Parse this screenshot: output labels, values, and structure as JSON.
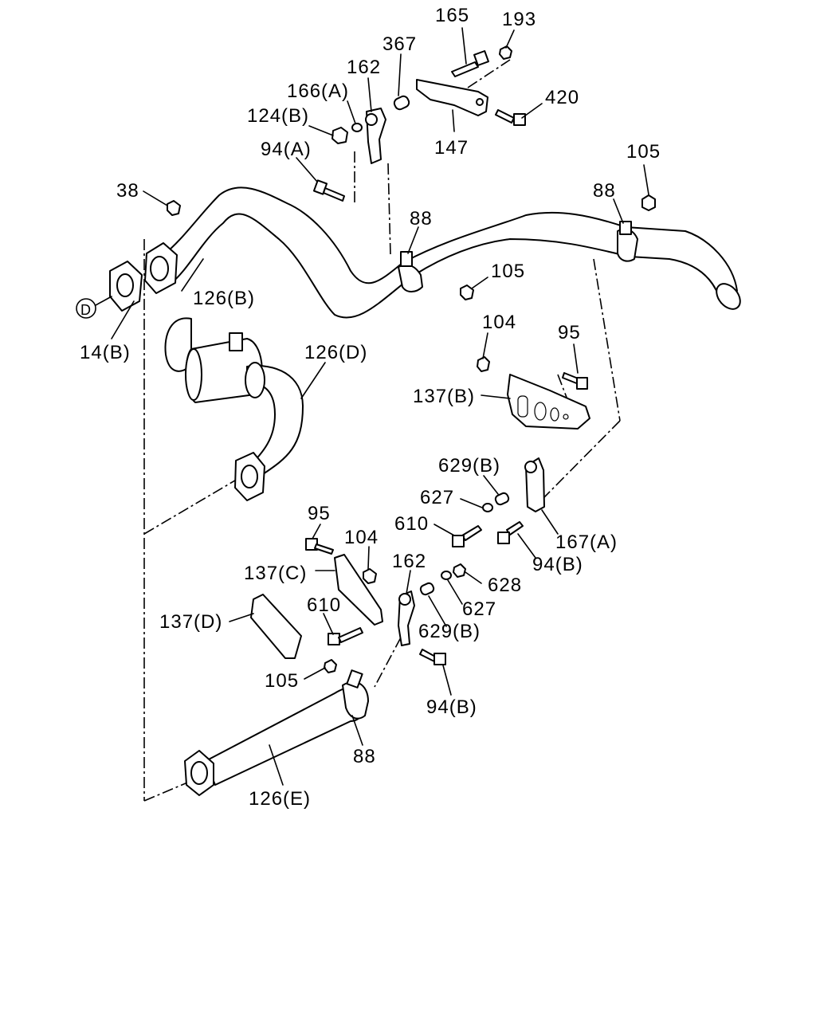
{
  "labels": {
    "p165": "165",
    "p193": "193",
    "p367": "367",
    "p162_top": "162",
    "p166a": "166(A)",
    "p420": "420",
    "p124b": "124(B)",
    "p147": "147",
    "p94a": "94(A)",
    "p105_right": "105",
    "p88_right": "88",
    "p38": "38",
    "p88_mid": "88",
    "p105_mid": "105",
    "p126b": "126(B)",
    "p14b": "14(B)",
    "ref_d": "D",
    "p104_right": "104",
    "p95_right": "95",
    "p126d": "126(D)",
    "p137b": "137(B)",
    "p629b_upper": "629(B)",
    "p627_upper": "627",
    "p610_upper": "610",
    "p167a": "167(A)",
    "p94b_upper": "94(B)",
    "p95_left": "95",
    "p104_left": "104",
    "p162_low": "162",
    "p137c": "137(C)",
    "p628": "628",
    "p610_low": "610",
    "p627_low": "627",
    "p629b_low": "629(B)",
    "p137d": "137(D)",
    "p105_low": "105",
    "p94b_low": "94(B)",
    "p88_low": "88",
    "p126e": "126(E)"
  }
}
